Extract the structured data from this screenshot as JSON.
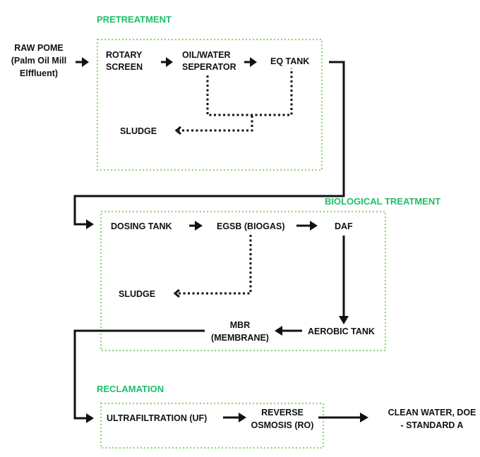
{
  "diagram": {
    "title": "POME Wastewater Treatment Process Flow",
    "colors": {
      "stage_title": "#1dbf6a",
      "stage_border": "#8fd67a",
      "flow_line": "#111111"
    },
    "input": {
      "line1": "RAW POME",
      "line2": "(Palm Oil Mill",
      "line3": "Elffluent)"
    },
    "stages": [
      {
        "title": "PRETREATMENT",
        "nodes": [
          {
            "line1": "ROTARY",
            "line2": "SCREEN"
          },
          {
            "line1": "OIL/WATER",
            "line2": "SEPERATOR"
          },
          {
            "line1": "EQ TANK"
          },
          {
            "line1": "SLUDGE"
          }
        ]
      },
      {
        "title": "BIOLOGICAL TREATMENT",
        "nodes": [
          {
            "line1": "DOSING TANK"
          },
          {
            "line1": "EGSB (BIOGAS)"
          },
          {
            "line1": "DAF"
          },
          {
            "line1": "SLUDGE"
          },
          {
            "line1": "AEROBIC TANK"
          },
          {
            "line1": "MBR",
            "line2": "(MEMBRANE)"
          }
        ]
      },
      {
        "title": "RECLAMATION",
        "nodes": [
          {
            "line1": "ULTRAFILTRATION (UF)"
          },
          {
            "line1": "REVERSE",
            "line2": "OSMOSIS (RO)"
          }
        ]
      }
    ],
    "output": {
      "line1": "CLEAN WATER, DOE",
      "line2": "- STANDARD A"
    },
    "edges": [
      {
        "from": "RAW POME",
        "to": "ROTARY SCREEN",
        "style": "solid"
      },
      {
        "from": "ROTARY SCREEN",
        "to": "OIL/WATER SEPERATOR",
        "style": "solid"
      },
      {
        "from": "OIL/WATER SEPERATOR",
        "to": "EQ TANK",
        "style": "solid"
      },
      {
        "from": "OIL/WATER SEPERATOR",
        "to": "SLUDGE",
        "style": "dotted"
      },
      {
        "from": "EQ TANK",
        "to": "SLUDGE",
        "style": "dotted"
      },
      {
        "from": "EQ TANK",
        "to": "DOSING TANK",
        "style": "solid"
      },
      {
        "from": "DOSING TANK",
        "to": "EGSB (BIOGAS)",
        "style": "solid"
      },
      {
        "from": "EGSB (BIOGAS)",
        "to": "DAF",
        "style": "solid"
      },
      {
        "from": "EGSB (BIOGAS)",
        "to": "SLUDGE",
        "style": "dotted"
      },
      {
        "from": "DAF",
        "to": "AEROBIC TANK",
        "style": "solid"
      },
      {
        "from": "AEROBIC TANK",
        "to": "MBR (MEMBRANE)",
        "style": "solid"
      },
      {
        "from": "MBR (MEMBRANE)",
        "to": "ULTRAFILTRATION (UF)",
        "style": "solid"
      },
      {
        "from": "ULTRAFILTRATION (UF)",
        "to": "REVERSE OSMOSIS (RO)",
        "style": "solid"
      },
      {
        "from": "REVERSE OSMOSIS (RO)",
        "to": "CLEAN WATER, DOE - STANDARD A",
        "style": "solid"
      }
    ]
  }
}
